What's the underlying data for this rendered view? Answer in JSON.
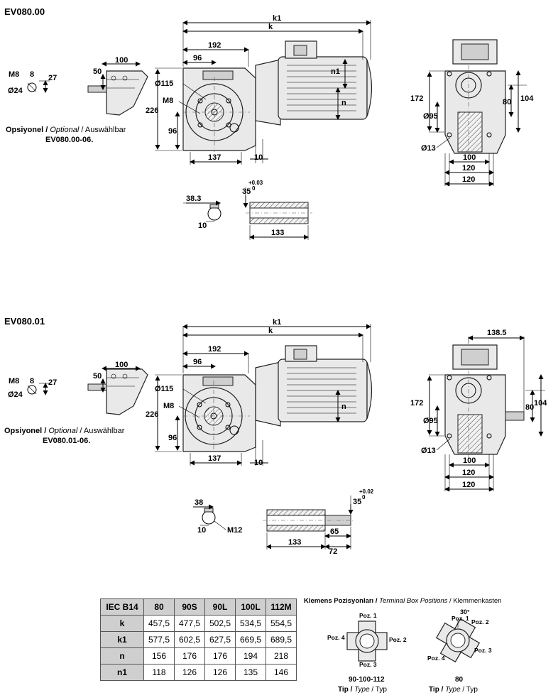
{
  "section1": {
    "title": "EV080.00",
    "dims": {
      "k1": "k1",
      "k": "k",
      "d192": "192",
      "d96": "96",
      "d100": "100",
      "d50": "50",
      "d27": "27",
      "m8": "M8",
      "d8": "8",
      "d24": "Ø24",
      "d115": "Ø115",
      "m8b": "M8",
      "d226": "226",
      "d96b": "96",
      "d137": "137",
      "d10": "10",
      "n1": "n1",
      "n": "n",
      "d172": "172",
      "d80": "80",
      "d104": "104",
      "d95": "Ø95",
      "d13": "Ø13",
      "d100b": "100",
      "d120": "120",
      "d120b": "120",
      "d383": "38.3",
      "d10b": "10",
      "d35": "35",
      "tol": "+0.03",
      "tol0": "0",
      "d133": "133"
    },
    "option": {
      "a": "Opsiyonel / ",
      "b": "Optional",
      "c": " / Auswählbar",
      "code": "EV080.00-06."
    }
  },
  "section2": {
    "title": "EV080.01",
    "dims": {
      "k1": "k1",
      "k": "k",
      "d192": "192",
      "d96": "96",
      "d100": "100",
      "d50": "50",
      "d27": "27",
      "m8": "M8",
      "d8": "8",
      "d24": "Ø24",
      "d115": "Ø115",
      "m8b": "M8",
      "d226": "226",
      "d96b": "96",
      "d137": "137",
      "d10": "10",
      "n": "n",
      "d1385": "138.5",
      "d172": "172",
      "d80": "80",
      "d104": "104",
      "d95": "Ø95",
      "d13": "Ø13",
      "d100b": "100",
      "d120": "120",
      "d120b": "120",
      "d38": "38",
      "d10b": "10",
      "m12": "M12",
      "d35": "35",
      "tol": "+0.02",
      "tol0": "0",
      "d133": "133",
      "d65": "65",
      "d72": "72"
    },
    "option": {
      "a": "Opsiyonel / ",
      "b": "Optional",
      "c": " / Auswählbar",
      "code": "EV080.01-06."
    }
  },
  "table": {
    "header": [
      "IEC B14",
      "80",
      "90S",
      "90L",
      "100L",
      "112M"
    ],
    "rows": [
      {
        "label": "k",
        "values": [
          "457,5",
          "477,5",
          "502,5",
          "534,5",
          "554,5"
        ]
      },
      {
        "label": "k1",
        "values": [
          "577,5",
          "602,5",
          "627,5",
          "669,5",
          "689,5"
        ]
      },
      {
        "label": "n",
        "values": [
          "156",
          "176",
          "176",
          "194",
          "218"
        ]
      },
      {
        "label": "n1",
        "values": [
          "118",
          "126",
          "126",
          "135",
          "146"
        ]
      }
    ]
  },
  "terminal_box": {
    "title_a": "Klemens Pozisyonları / ",
    "title_b": "Terminal Box Positions",
    "title_c": " / Klemmenkasten",
    "left": {
      "poz1": "Poz. 1",
      "poz2": "Poz. 2",
      "poz3": "Poz. 3",
      "poz4": "Poz. 4",
      "sizes": "90-100-112",
      "tip_a": "Tip / ",
      "tip_b": "Type",
      "tip_c": " / Typ"
    },
    "right": {
      "poz1": "Poz. 1",
      "poz2": "Poz. 2",
      "poz3": "Poz. 3",
      "poz4": "Poz. 4",
      "angle": "30°",
      "sizes": "80",
      "tip_a": "Tip / ",
      "tip_b": "Type",
      "tip_c": " / Typ"
    }
  }
}
